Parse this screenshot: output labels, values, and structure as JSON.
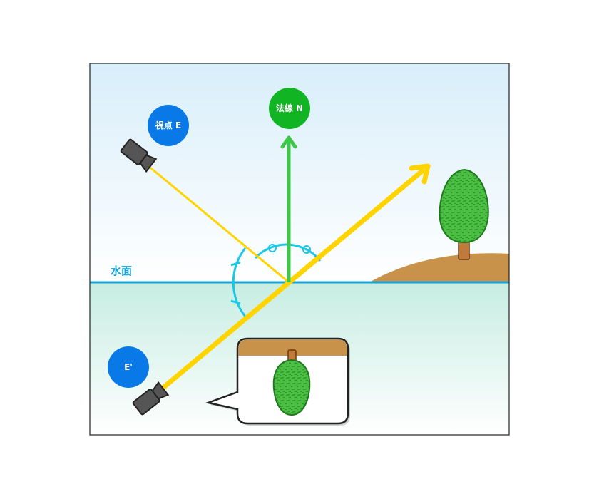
{
  "labels": {
    "viewpoint": "視点 E",
    "normal": "法線 N",
    "water_surface": "水面",
    "mirror_viewpoint": "E'"
  },
  "colors": {
    "sky_top": "#d8eefa",
    "sky_bottom": "#ffffff",
    "water_top": "#c7ede2",
    "water_bottom": "#ffffff",
    "water_line": "#1aa3d6",
    "ray": "#ffd400",
    "normal_arrow": "#3ec84a",
    "normal_badge": "#11b523",
    "viewpoint_badge": "#0a79e8",
    "angle_marks": "#19c8e6",
    "ground": "#c8924b",
    "tree_foliage": "#4cc043",
    "tree_outline": "#1d7a1d",
    "trunk": "#c27a3a",
    "camera": "#555555"
  },
  "icons": {
    "camera_top": "camera-icon",
    "camera_bottom": "camera-icon",
    "tree": "tree-icon",
    "reflected_tree": "tree-icon"
  }
}
